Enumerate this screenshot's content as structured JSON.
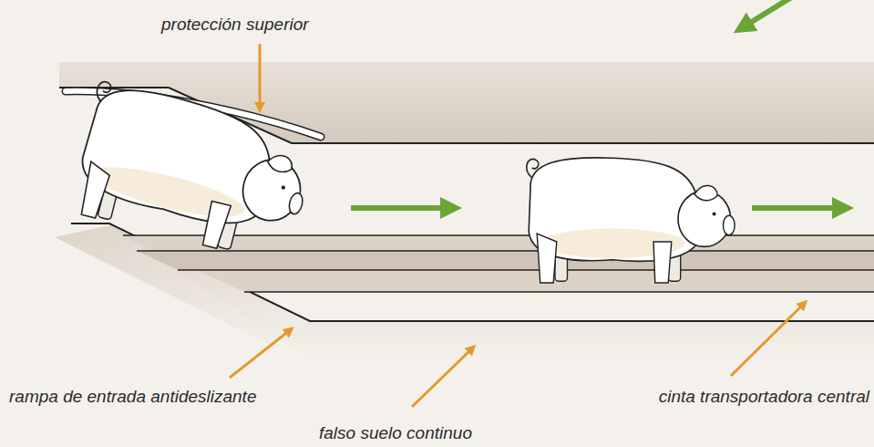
{
  "diagram": {
    "labels": [
      "protección superior",
      "rampa de entrada antideslizante",
      "falso suelo continuo",
      "cinta transportadora central"
    ]
  }
}
